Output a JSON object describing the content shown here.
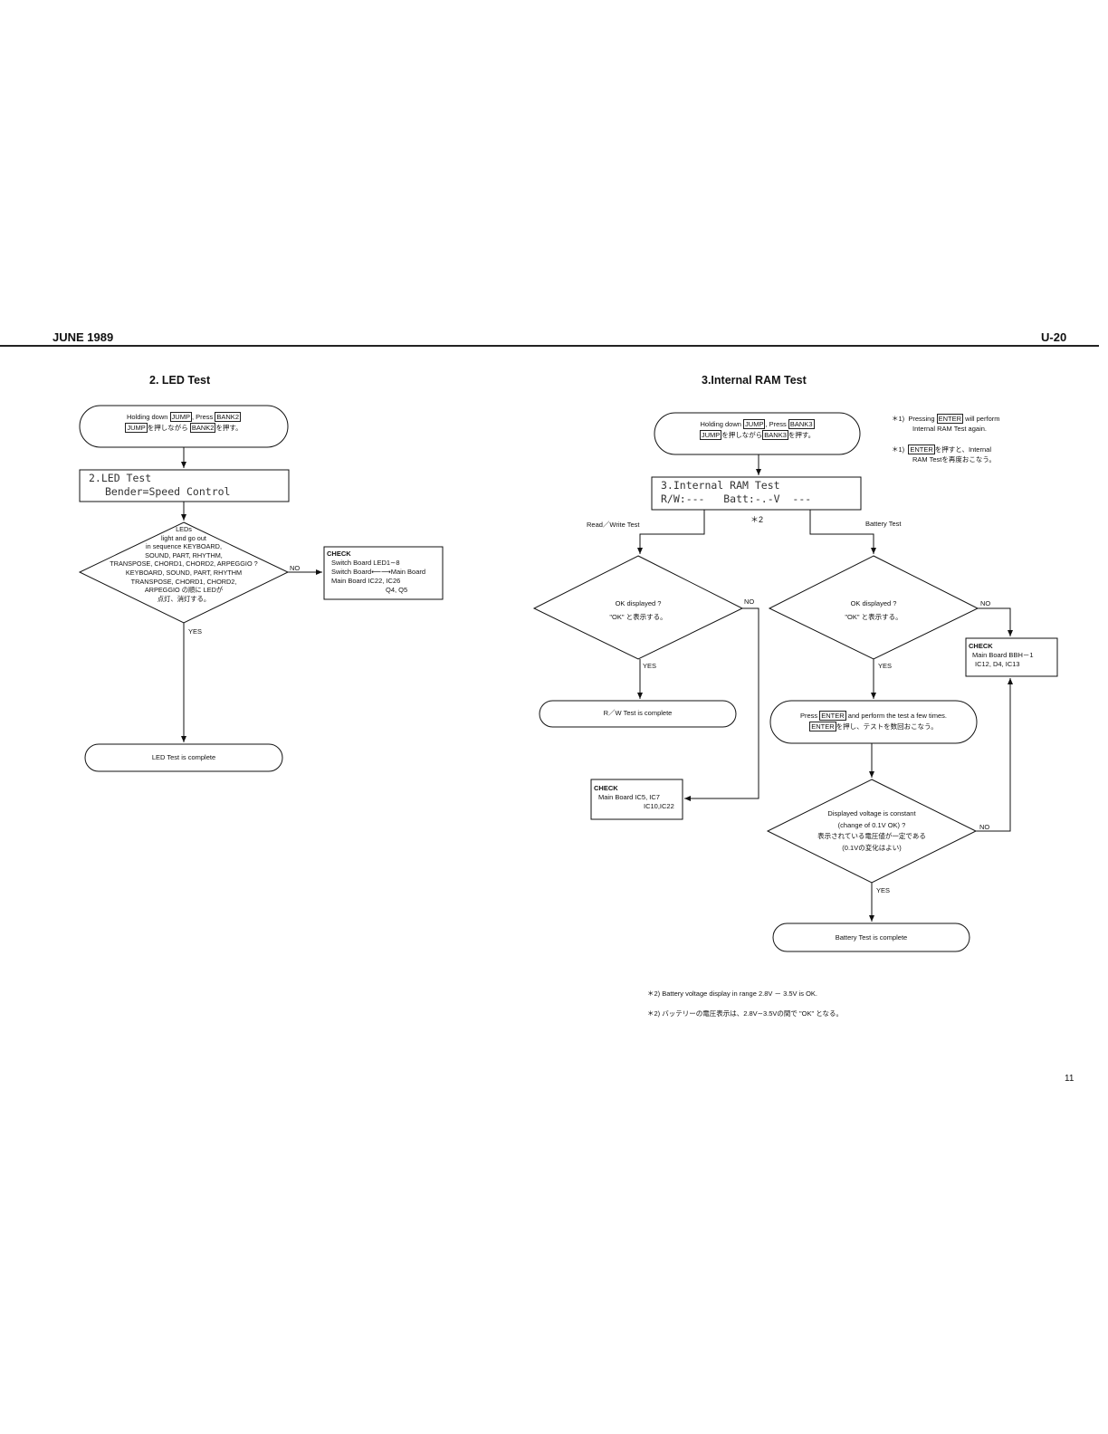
{
  "header": {
    "date": "JUNE 1989",
    "model": "U-20"
  },
  "page_number": "11",
  "led_test": {
    "title": "2. LED  Test",
    "start": {
      "line1_prefix": "Holding  down",
      "key1": "JUMP",
      "line1_mid": ", Press",
      "key2": "BANK2",
      "line2_key1": "JUMP",
      "line2_mid": "を押しながら",
      "line2_key2": "BANK2",
      "line2_suffix": "を押す。"
    },
    "display": {
      "line1": "2.LED Test",
      "line2": "Bender=Speed Control"
    },
    "decision": {
      "lines": [
        "LEDs",
        "light  and  go  out",
        "in  sequence  KEYBOARD,",
        "SOUND,  PART,  RHYTHM,",
        "TRANSPOSE,  CHORD1,  CHORD2,  ARPEGGIO ?",
        "KEYBOARD,  SOUND,  PART,  RHYTHM",
        "TRANSPOSE,  CHORD1,  CHORD2,",
        "ARPEGGIO の順に  LEDが",
        "点灯、消灯する。"
      ],
      "no": "NO",
      "yes": "YES"
    },
    "check": {
      "title": "CHECK",
      "lines": [
        "Switch  Board  LED1∼8",
        "Switch  Board⟵⟶Main  Board",
        "Main  Board   IC22, IC26",
        "Q4, Q5"
      ]
    },
    "end": "LED  Test  is  complete"
  },
  "ram_test": {
    "title": "3.Internal  RAM  Test",
    "start": {
      "line1_prefix": "Holding  down",
      "key1": "JUMP",
      "line1_mid": ", Press",
      "key2": "BANK3",
      "line2_key1": "JUMP",
      "line2_mid": "を押しながら",
      "line2_key2": "BANK3",
      "line2_suffix": "を押す。"
    },
    "notes": {
      "n1_mark": "＊1)",
      "n1_prefix": "Pressing",
      "n1_key": "ENTER",
      "n1_suffix": "will  perform",
      "n1_line2": "Internal  RAM  Test  again.",
      "n2_mark": "＊1)",
      "n2_key": "ENTER",
      "n2_suffix": "を押すと、Internal",
      "n2_line2": "RAM  Testを再度おこなう。"
    },
    "display": {
      "line1": "3.Internal RAM Test",
      "line2": "R/W:---   Batt:-.-V  ---"
    },
    "star2": "＊2",
    "rw_label": "Read／Write  Test",
    "batt_label": "Battery  Test",
    "ok1": {
      "line1": "OK  displayed ?",
      "line2": "\"OK\"  と表示する。",
      "no": "NO",
      "yes": "YES"
    },
    "ok2": {
      "line1": "OK  displayed ?",
      "line2": "\"OK\"  と表示する。",
      "no": "NO",
      "yes": "YES"
    },
    "rw_complete": "R／W  Test  is  complete",
    "press_enter": {
      "prefix": "Press",
      "key": "ENTER",
      "suffix": "and  perform  the  test  a  few  times.",
      "line2_key": "ENTER",
      "line2_suffix": "を押し、テストを数回おこなう。"
    },
    "check_main": {
      "title": "CHECK",
      "lines": [
        "Main  Board  IC5,  IC7",
        "IC10,IC22"
      ]
    },
    "check_bbh": {
      "title": "CHECK",
      "lines": [
        "Main  Board  BBH－1",
        "IC12,  D4,  IC13"
      ]
    },
    "voltage": {
      "lines": [
        "Displayed  voltage  is  constant",
        "(change  of  0.1V  OK) ?",
        "表示されている電圧値が一定である",
        "(0.1Vの変化はよい)"
      ],
      "no": "NO",
      "yes": "YES"
    },
    "batt_complete": "Battery  Test  is  complete",
    "footnotes": [
      "＊2)   Battery  voltage  display  in  range  2.8V  －  3.5V  is  OK.",
      "＊2)   バッテリーの電圧表示は、2.8V∼3.5Vの間で  \"OK\"  となる。"
    ]
  }
}
